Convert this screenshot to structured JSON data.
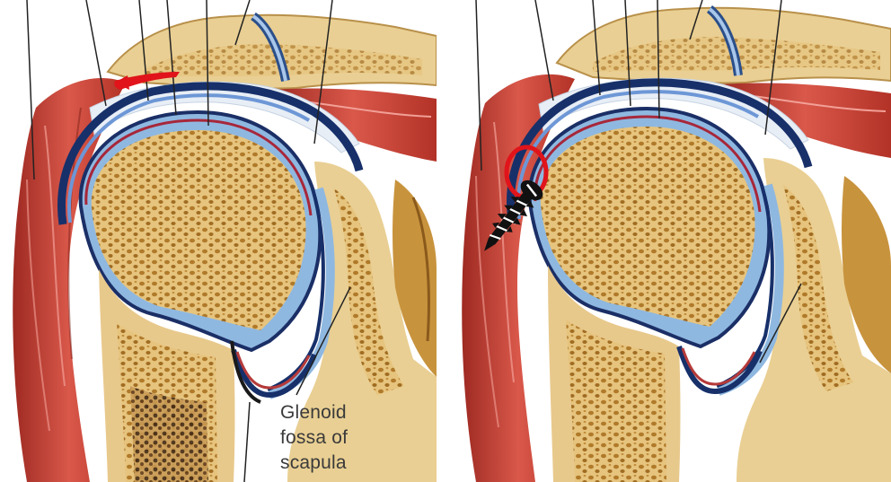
{
  "figure": {
    "left_panel": {
      "label_lines": [
        "Glenoid",
        "fossa of",
        "scapula"
      ],
      "marker": "red-arrow-icon"
    },
    "right_panel": {
      "marker": "red-circle-icon",
      "implant": "screw-icon"
    },
    "colors": {
      "bone": "#e8c98c",
      "marrow": "#b8862f",
      "cartilage": "#8fb8e0",
      "muscle": "#c2362c",
      "marker": "#e0141a"
    }
  }
}
